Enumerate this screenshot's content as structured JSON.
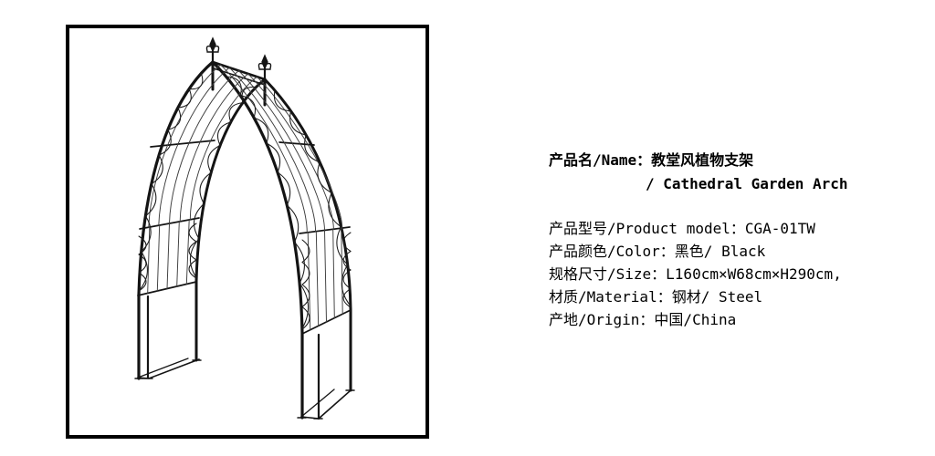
{
  "product_image": {
    "alt": "Line drawing of a gothic cathedral-style garden arch with fleur-de-lis finials",
    "border_color": "#000000",
    "line_color": "#141414"
  },
  "product_info": {
    "name_line": "产品名/Name：教堂风植物支架",
    "name_english_line": "/ Cathedral Garden Arch",
    "details": [
      "产品型号/Product model：CGA-01TW",
      "产品颜色/Color：黑色/ Black",
      "规格尺寸/Size：L160cm×W68cm×H290cm,",
      "材质/Material：钢材/ Steel",
      "产地/Origin：中国/China"
    ]
  }
}
